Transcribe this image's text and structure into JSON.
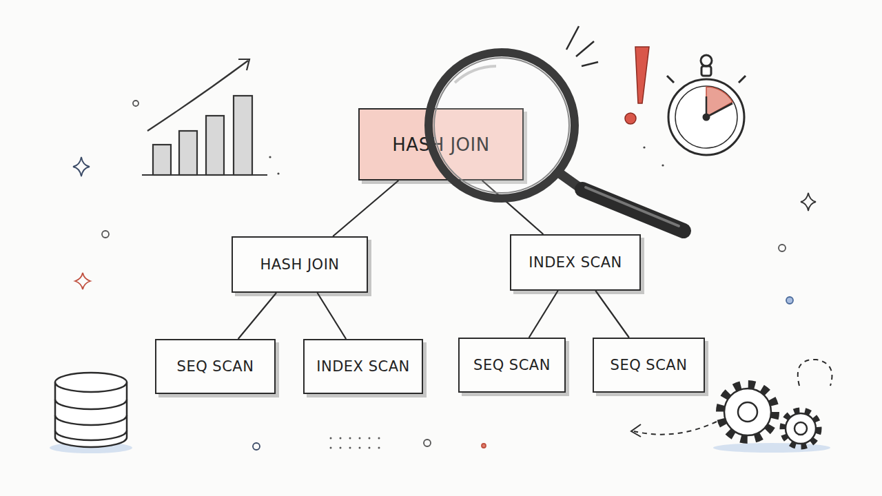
{
  "diagram": {
    "nodes": [
      {
        "text": [
          "HASH JOIN"
        ]
      },
      {
        "text": [
          "HASH JOIN"
        ]
      },
      {
        "text": [
          "INDEX SCAN"
        ]
      },
      {
        "text": [
          "SEQ SCAN"
        ]
      },
      {
        "text": [
          "INDEX SCAN"
        ]
      },
      {
        "text": [
          "SEQ SCAN"
        ]
      },
      {
        "text": [
          "SEQ SCAN"
        ]
      }
    ],
    "edges": [
      {
        "from": 0,
        "to": 1,
        "arrow": "none"
      },
      {
        "from": 0,
        "to": 2,
        "arrow": "none"
      },
      {
        "from": 1,
        "to": 3,
        "arrow": "none"
      },
      {
        "from": 1,
        "to": 4,
        "arrow": "none"
      },
      {
        "from": 2,
        "to": 5,
        "arrow": "none"
      },
      {
        "from": 2,
        "to": 6,
        "arrow": "none"
      }
    ]
  }
}
